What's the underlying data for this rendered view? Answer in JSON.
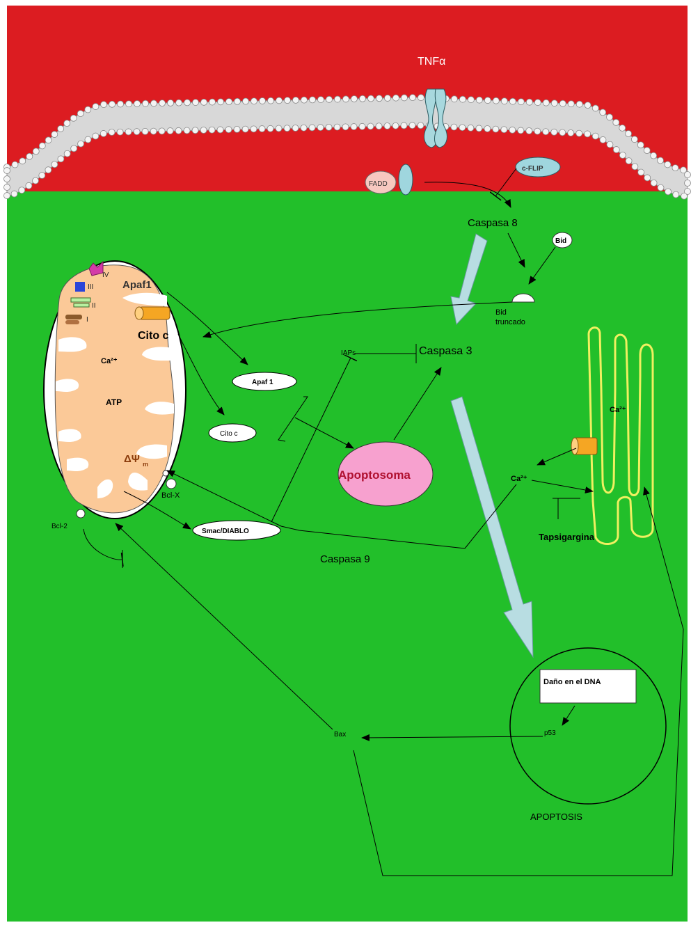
{
  "labels": {
    "tnf": "TNFα",
    "fadd": "FADD",
    "cflip": "c-FLIP",
    "caspasa8": "Caspasa 8",
    "bid": "Bid",
    "bid_truncado_1": "Bid",
    "bid_truncado_2": "truncado",
    "apaf1_mito": "Apaf1",
    "cito_c_mito": "Cito c",
    "complex_iv": "IV",
    "complex_iii": "III",
    "complex_ii": "II",
    "complex_i": "I",
    "ca_mito": "Ca²⁺",
    "atp": "ATP",
    "delta_psi": "ΔΨ",
    "delta_psi_sub": "m",
    "bclx": "Bcl-X",
    "bcl2": "Bcl-2",
    "apaf1_oval": "Apaf 1",
    "cito_c_oval": "Cito c",
    "smac": "Smac/DIABLO",
    "iaps": "IAPs",
    "caspasa3": "Caspasa 3",
    "apoptosoma": "Apoptosoma",
    "caspasa9": "Caspasa 9",
    "ca_er": "Ca²⁺",
    "ca_cyto": "Ca²⁺",
    "tapsigargina": "Tapsigargina",
    "dano_dna": "Daño en el DNA",
    "p53": "p53",
    "bax": "Bax",
    "apoptosis": "APOPTOSIS"
  },
  "colors": {
    "extracellular": "#dc1c21",
    "cytoplasm": "#22bf2a",
    "mito_matrix": "#fbc998",
    "apoptosoma": "#f7a1cf",
    "er_outline": "#f0f060",
    "channel": "#f5a623",
    "big_arrow": "#b8dde2",
    "protein_blue": "#9fd6de",
    "fadd_pink": "#f7c8c0"
  }
}
